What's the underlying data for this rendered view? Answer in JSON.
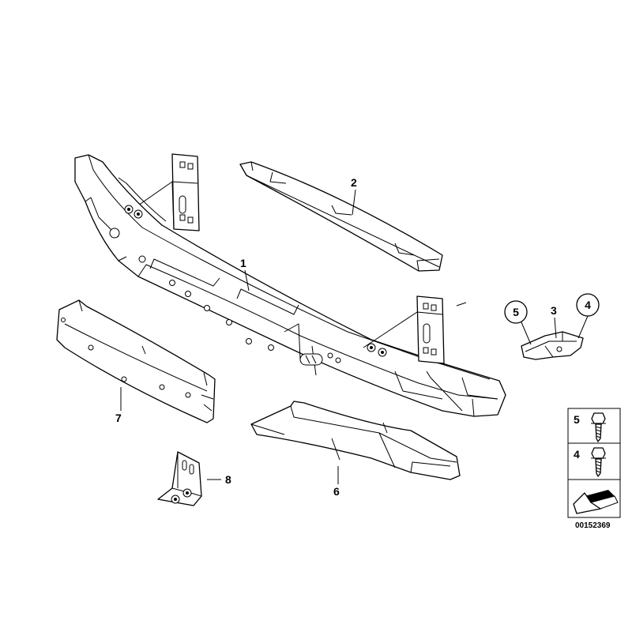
{
  "callouts": {
    "bumper_carrier": "1",
    "upper_absorber": "2",
    "bracket": "3",
    "screw_4": "4",
    "screw_5": "5",
    "lower_absorber": "6",
    "front_absorber": "7",
    "mount_bracket": "8"
  },
  "legend": {
    "row_top_number": "5",
    "row_bottom_number": "4"
  },
  "diagram_code": "00152369",
  "colors": {
    "line": "#000000",
    "background": "#ffffff"
  }
}
